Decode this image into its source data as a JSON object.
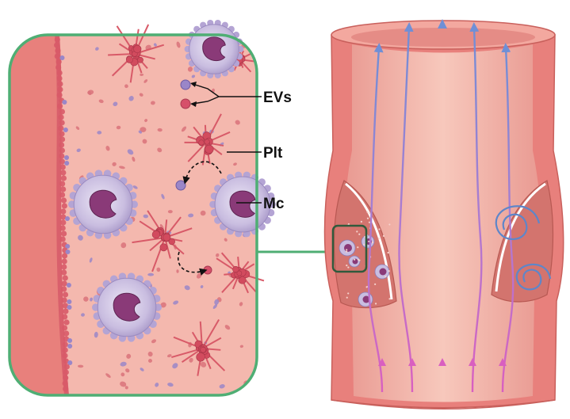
{
  "labels": {
    "evs": "EVs",
    "plt": "Plt",
    "mc": "Mc"
  },
  "colors": {
    "wall": "#e8807c",
    "wall_dark": "#c9605c",
    "plasma": "#f4b8ae",
    "lumen_light": "#f7c4b8",
    "panel_border": "#4fae74",
    "inset_border": "#2f5a3c",
    "flow_top": "#6f8fd6",
    "flow_bottom": "#d95fc0",
    "vortex": "#5e86c9",
    "platelet": "#d85a68",
    "monocyte_halo": "#c9bde0",
    "monocyte_nucleus": "#8a3a78",
    "ev_purple": "#9a86c8",
    "ev_red": "#d6506a"
  },
  "icons": {
    "monocyte": "monocyte-cell-icon",
    "platelet": "platelet-aggregate-icon",
    "extracellular_vesicle": "extracellular-vesicle-icon"
  }
}
